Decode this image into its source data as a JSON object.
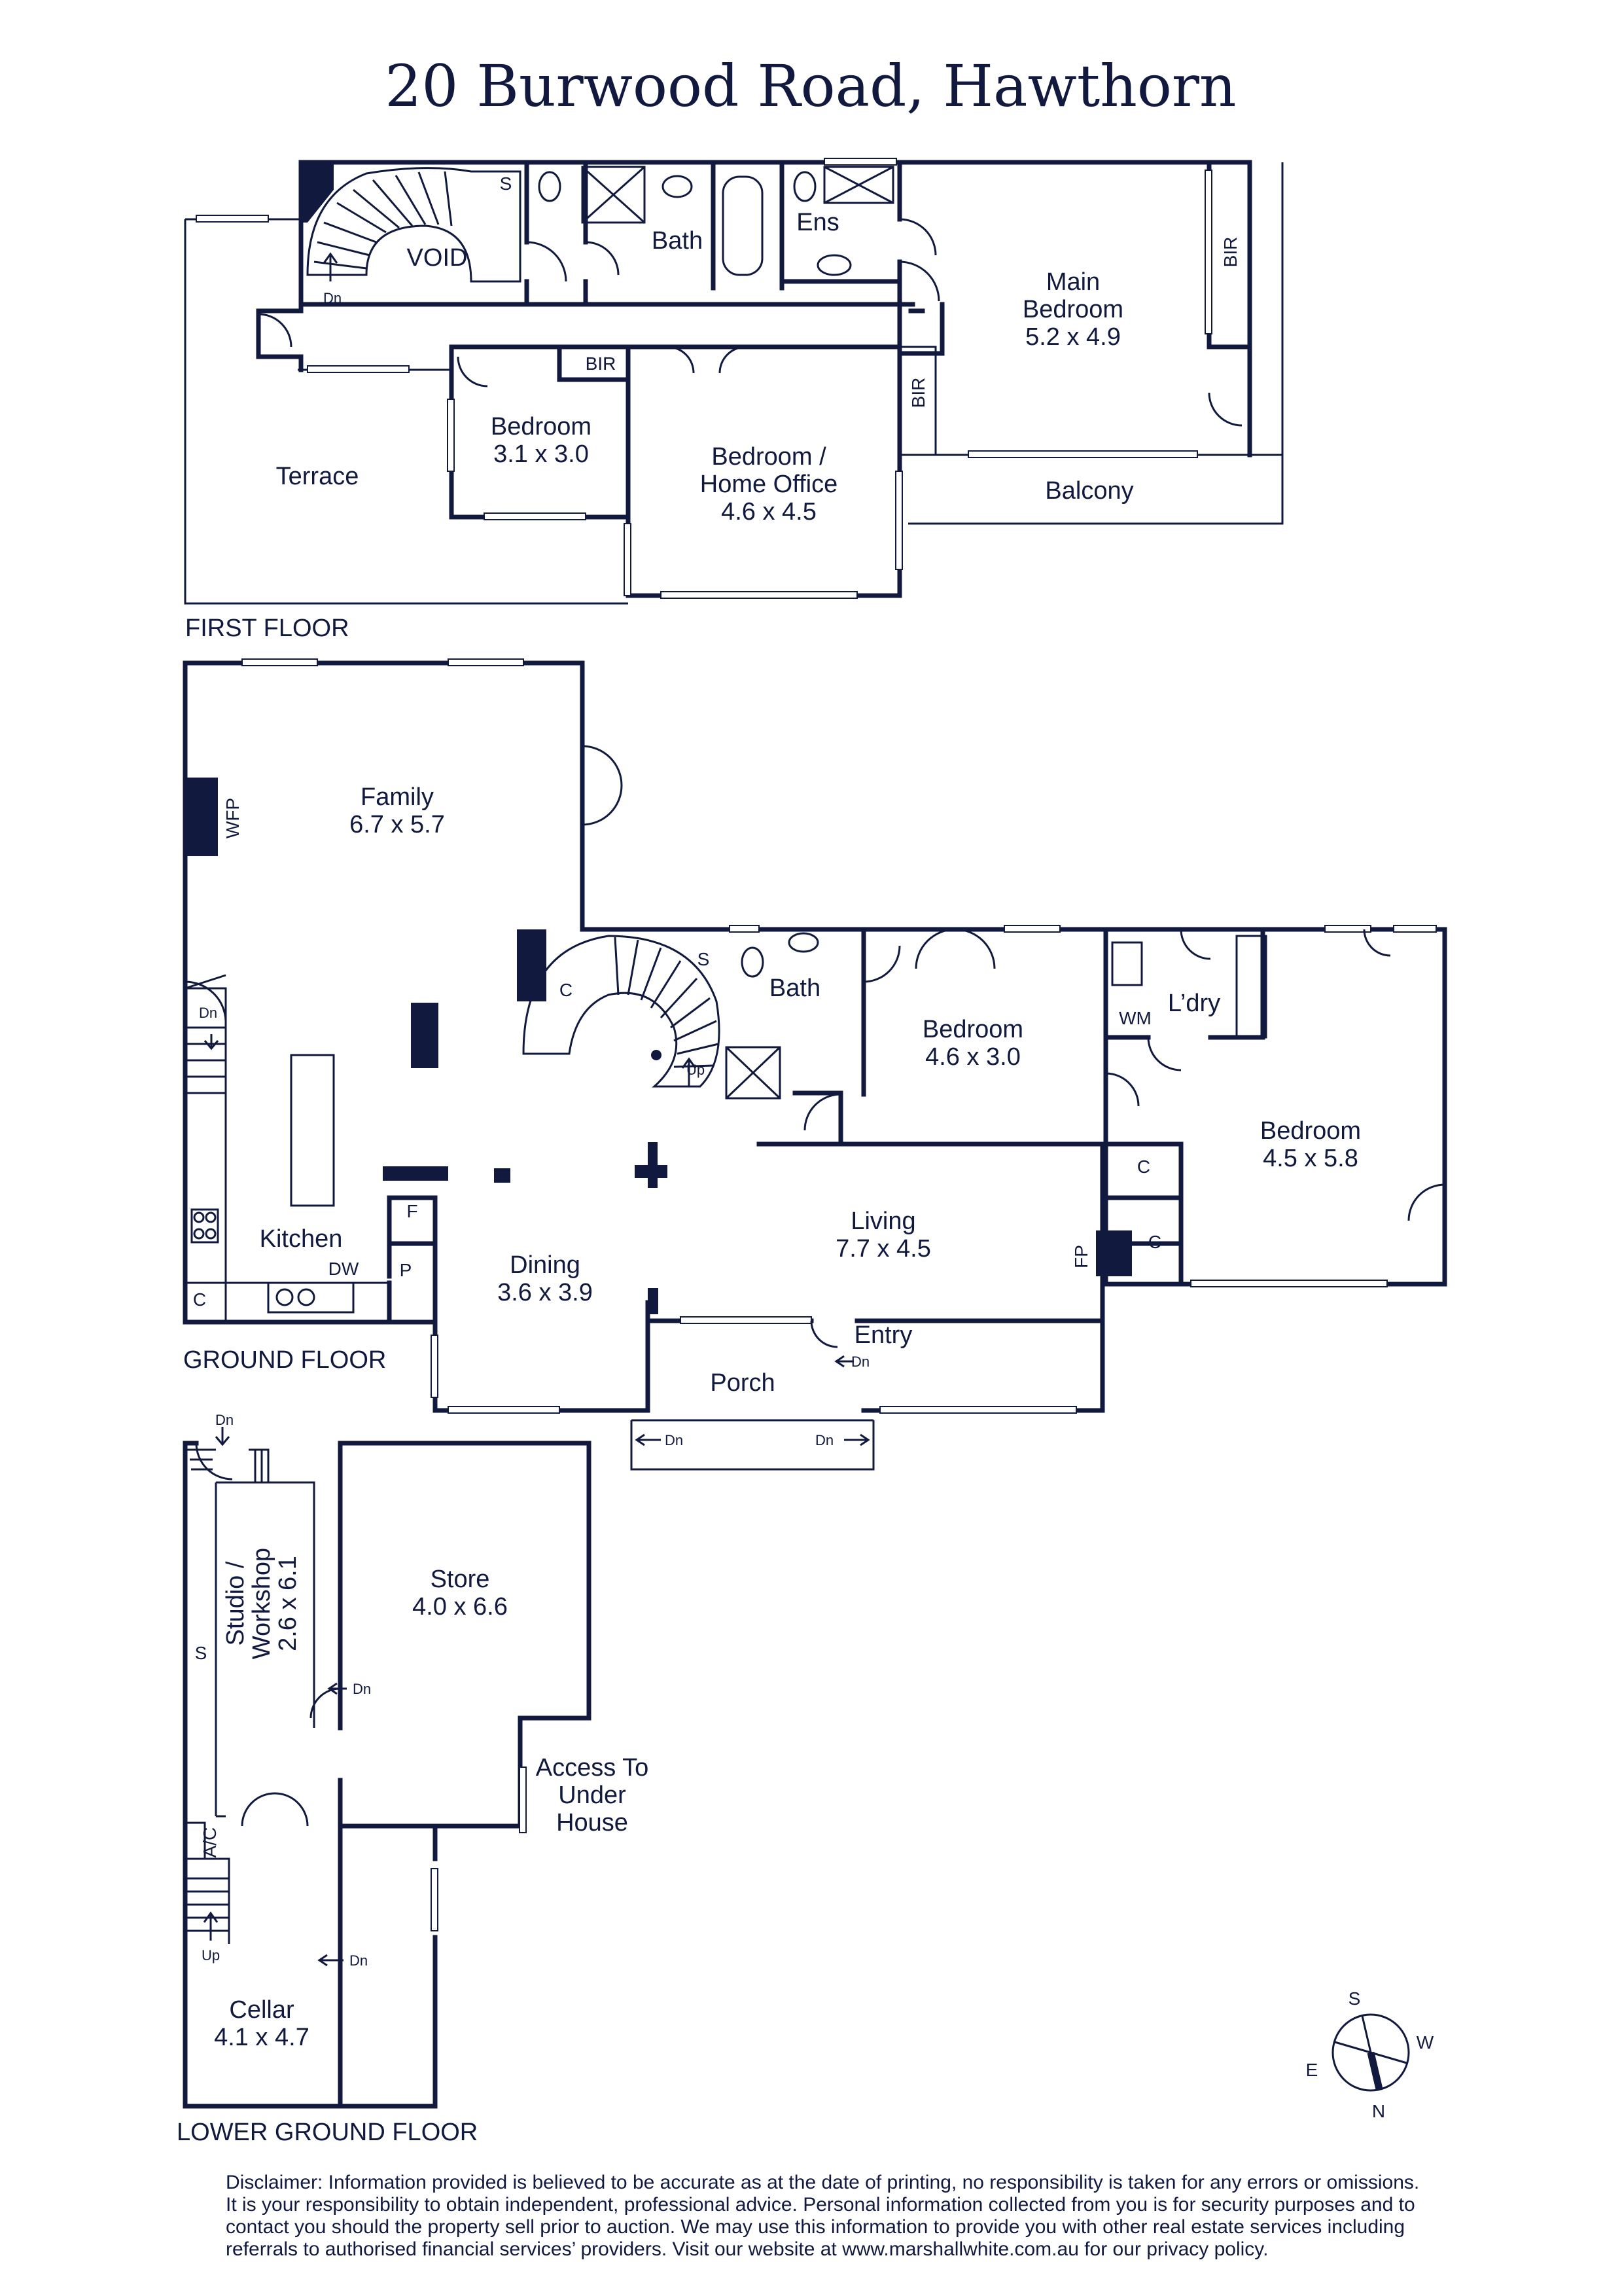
{
  "title": "20 Burwood Road, Hawthorn",
  "floors": {
    "first": "FIRST FLOOR",
    "ground": "GROUND FLOOR",
    "lower": "LOWER GROUND FLOOR"
  },
  "first_floor": {
    "void": "VOID",
    "stair_s": "S",
    "stair_dn": "Dn",
    "bath": "Bath",
    "ens": "Ens",
    "main_bedroom": {
      "name_1": "Main",
      "name_2": "Bedroom",
      "size": "5.2 x 4.9"
    },
    "bir_main": "BIR",
    "bir_bed": "BIR",
    "bir_office": "BIR",
    "bedroom": {
      "name": "Bedroom",
      "size": "3.1 x 3.0"
    },
    "office": {
      "name_1": "Bedroom /",
      "name_2": "Home Office",
      "size": "4.6 x 4.5"
    },
    "terrace": "Terrace",
    "balcony": "Balcony"
  },
  "ground_floor": {
    "family": {
      "name": "Family",
      "size": "6.7 x 5.7"
    },
    "wfp": "WFP",
    "stair_dn": "Dn",
    "stair_c": "C",
    "stair_s": "S",
    "stair_up": "Up",
    "bath": "Bath",
    "bedroom_1": {
      "name": "Bedroom",
      "size": "4.6 x 3.0"
    },
    "wm": "WM",
    "laundry": "L’dry",
    "bedroom_2": {
      "name": "Bedroom",
      "size": "4.5 x 5.8"
    },
    "cupboard_1": "C",
    "cupboard_2": "C",
    "fp": "FP",
    "kitchen": "Kitchen",
    "dw": "DW",
    "fridge": "F",
    "pantry": "P",
    "kitchen_c": "C",
    "dining": {
      "name": "Dining",
      "size": "3.6 x 3.9"
    },
    "living": {
      "name": "Living",
      "size": "7.7 x 4.5"
    },
    "entry": "Entry",
    "entry_dn": "Dn",
    "porch": "Porch",
    "porch_dn_1": "Dn",
    "porch_dn_2": "Dn"
  },
  "lower_floor": {
    "stair_dn": "Dn",
    "studio": {
      "name_1": "Studio /",
      "name_2": "Workshop",
      "size": "2.6 x 6.1"
    },
    "shelf_s": "S",
    "store": {
      "name": "Store",
      "size": "4.0 x 6.6"
    },
    "store_dn": "Dn",
    "access": {
      "line_1": "Access To",
      "line_2": "Under",
      "line_3": "House"
    },
    "ac": "A/C",
    "stair_up": "Up",
    "cellar_dn": "Dn",
    "cellar": {
      "name": "Cellar",
      "size": "4.1 x 4.7"
    }
  },
  "compass": {
    "s": "S",
    "w": "W",
    "e": "E",
    "n": "N"
  },
  "disclaimer": "Disclaimer: Information provided is believed to be accurate as at the date of printing, no responsibility is taken for any errors or omissions. It is your responsibility to obtain independent, professional advice. Personal information collected from you is for security purposes and to contact you should the property sell prior to auction. We may use this information to provide you with other real estate services including referrals to authorised financial services’ providers. Visit our website at www.marshallwhite.com.au for our privacy policy.",
  "colors": {
    "ink": "#111a3e",
    "paper": "#ffffff"
  }
}
